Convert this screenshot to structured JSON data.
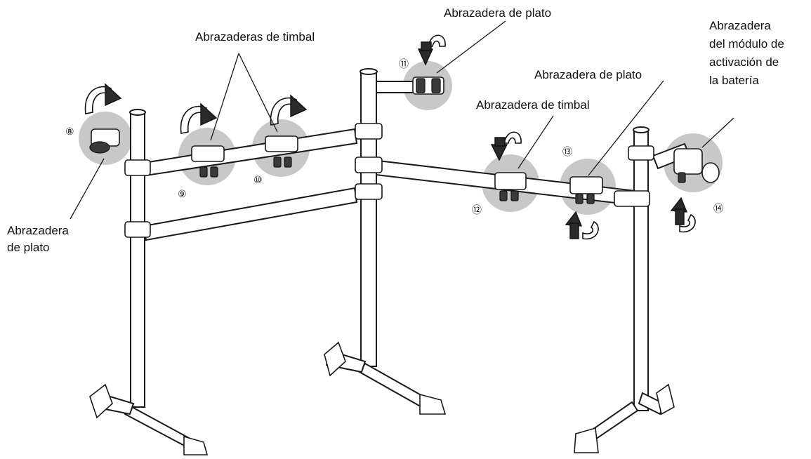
{
  "labels": {
    "cymbal_clamp_left": "Abrazadera de plato",
    "tom_clamps": "Abrazaderas de timbal",
    "cymbal_clamp_top": "Abrazadera de plato",
    "cymbal_clamp_right": "Abrazadera de plato",
    "tom_clamp_right": "Abrazadera de timbal",
    "module_clamp": "Abrazadera del módulo de activación de la batería"
  },
  "numbers": [
    "⑧",
    "⑨",
    "⑩",
    "⑪",
    "⑫",
    "⑬",
    "⑭"
  ],
  "colors": {
    "line": "#1a1a1a",
    "highlight": "#c8c8c8",
    "background": "#ffffff"
  }
}
